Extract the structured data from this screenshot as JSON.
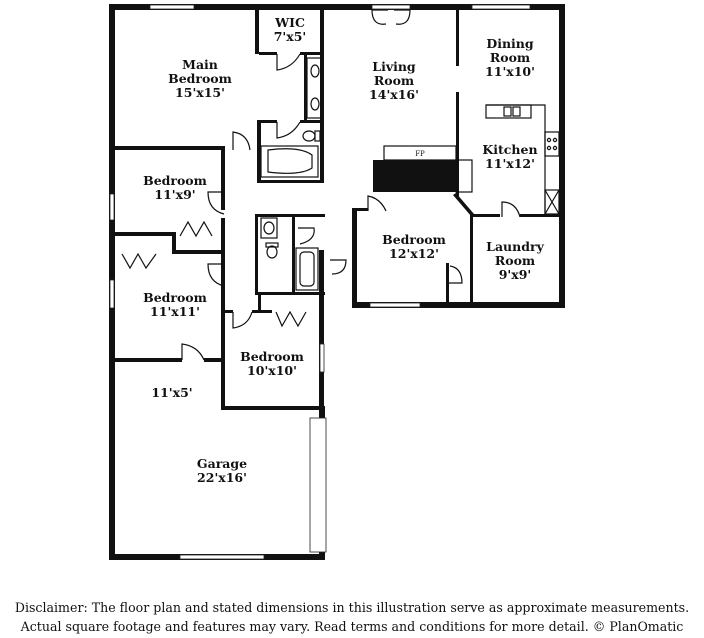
{
  "rooms": {
    "wic": {
      "name": "WIC",
      "size": "7'x5'"
    },
    "main_bedroom": {
      "name": "Main Bedroom",
      "line1": "Main",
      "line2": "Bedroom",
      "size": "15'x15'"
    },
    "living_room": {
      "line1": "Living",
      "line2": "Room",
      "size": "14'x16'"
    },
    "dining_room": {
      "line1": "Dining",
      "line2": "Room",
      "size": "11'x10'"
    },
    "kitchen": {
      "name": "Kitchen",
      "size": "11'x12'"
    },
    "bedroom_2": {
      "name": "Bedroom",
      "size": "11'x9'"
    },
    "bedroom_3": {
      "name": "Bedroom",
      "size": "12'x12'"
    },
    "laundry": {
      "line1": "Laundry",
      "line2": "Room",
      "size": "9'x9'"
    },
    "bedroom_4": {
      "name": "Bedroom",
      "size": "11'x11'"
    },
    "bedroom_5": {
      "name": "Bedroom",
      "size": "10'x10'"
    },
    "storage": {
      "size": "11'x5'"
    },
    "garage": {
      "name": "Garage",
      "size": "22'x16'"
    }
  },
  "fireplace": {
    "label": "FP"
  },
  "disclaimer": {
    "line1": "Disclaimer: The floor plan and stated dimensions in this illustration serve as approximate measurements.",
    "line2": "Actual square footage and features may vary. Read terms and conditions for more detail. © PlanOmatic"
  }
}
